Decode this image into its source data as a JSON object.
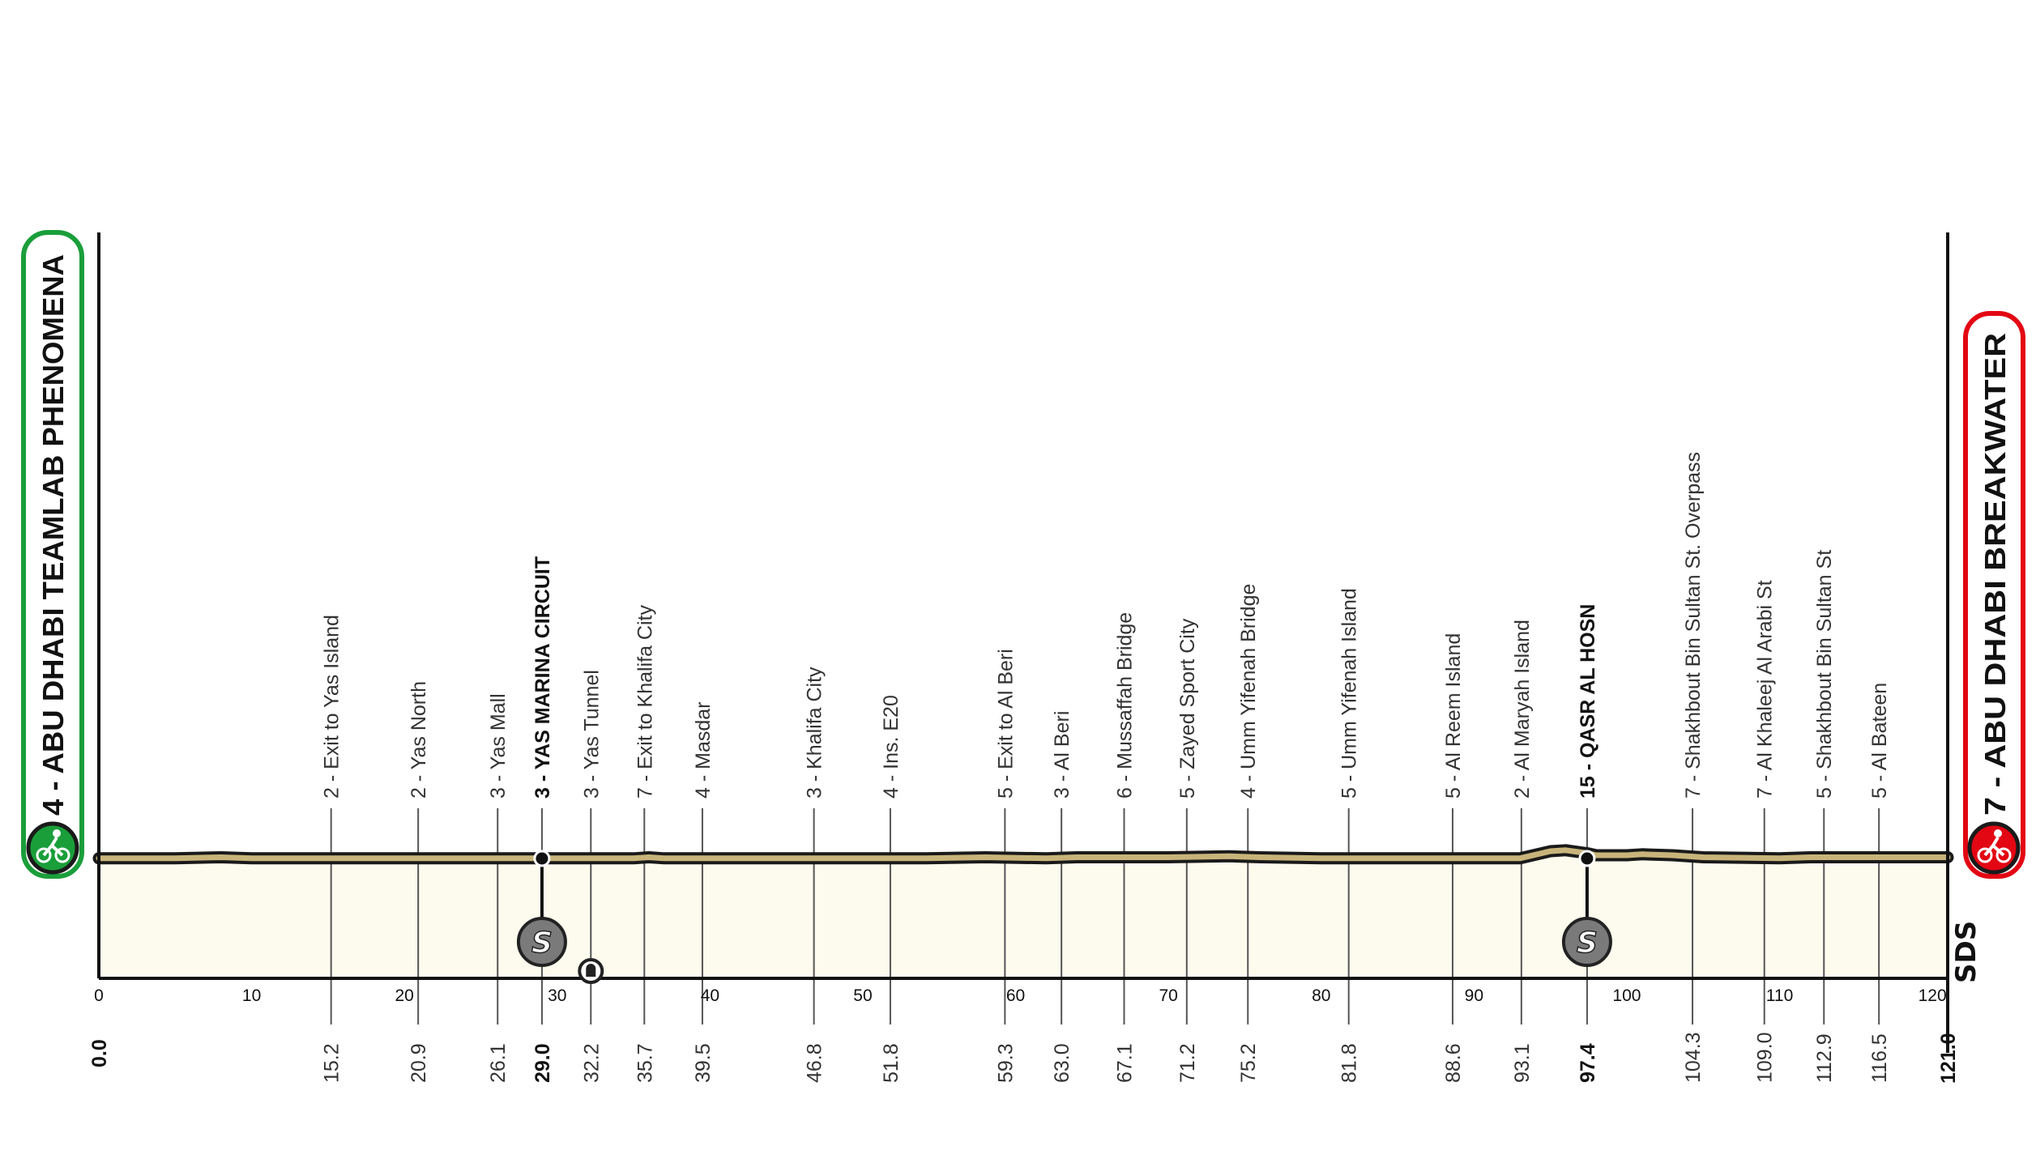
{
  "chart_data": {
    "type": "area",
    "title": "",
    "xlabel": "",
    "ylabel": "",
    "xlim": [
      0,
      121
    ],
    "x_ticks": [
      "0",
      "10",
      "20",
      "30",
      "40",
      "50",
      "60",
      "70",
      "80",
      "90",
      "100",
      "110",
      "120"
    ],
    "grid": true,
    "start": {
      "label": "4 - ABU DHABI TEAMLAB PHENOMENA",
      "km": "0.0",
      "color": "#1a9e3a"
    },
    "finish": {
      "label": "7 - ABU DHABI BREAKWATER",
      "km": "121.0",
      "color": "#e30613"
    },
    "profile_color": "#c8b47a",
    "elevation": [
      [
        0,
        5
      ],
      [
        5,
        5
      ],
      [
        8,
        6
      ],
      [
        10,
        5
      ],
      [
        20,
        5
      ],
      [
        29,
        5
      ],
      [
        35,
        5
      ],
      [
        36,
        6
      ],
      [
        37,
        5
      ],
      [
        50,
        5
      ],
      [
        54,
        5
      ],
      [
        58,
        6
      ],
      [
        62,
        5
      ],
      [
        64,
        6
      ],
      [
        70,
        6
      ],
      [
        74,
        7
      ],
      [
        76,
        6
      ],
      [
        80,
        5
      ],
      [
        90,
        5
      ],
      [
        93,
        5
      ],
      [
        95,
        12
      ],
      [
        96,
        13
      ],
      [
        97.4,
        10
      ],
      [
        98,
        8
      ],
      [
        100,
        8
      ],
      [
        101,
        9
      ],
      [
        103,
        8
      ],
      [
        105,
        6
      ],
      [
        110,
        5
      ],
      [
        112,
        6
      ],
      [
        115,
        6
      ],
      [
        118,
        6
      ],
      [
        121,
        6
      ]
    ],
    "waypoints": [
      {
        "km": "15.2",
        "label": "2 - Exit to Yas Island"
      },
      {
        "km": "20.9",
        "label": "2 - Yas North"
      },
      {
        "km": "26.1",
        "label": "3 - Yas Mall"
      },
      {
        "km": "29.0",
        "label": "3 - YAS MARINA CIRCUIT",
        "bold": true,
        "marker": "sprint"
      },
      {
        "km": "32.2",
        "label": "3 - Yas Tunnel",
        "marker": "tunnel"
      },
      {
        "km": "35.7",
        "label": "7 - Exit to Khalifa City"
      },
      {
        "km": "39.5",
        "label": "4 - Masdar"
      },
      {
        "km": "46.8",
        "label": "3 - Khalifa City"
      },
      {
        "km": "51.8",
        "label": "4 - Ins. E20"
      },
      {
        "km": "59.3",
        "label": "5 - Exit to Al Beri"
      },
      {
        "km": "63.0",
        "label": "3 - Al Beri"
      },
      {
        "km": "67.1",
        "label": "6 - Mussaffah Bridge"
      },
      {
        "km": "71.2",
        "label": "5 - Zayed Sport City"
      },
      {
        "km": "75.2",
        "label": "4 - Umm Yifenah Bridge"
      },
      {
        "km": "81.8",
        "label": "5 - Umm Yifenah Island"
      },
      {
        "km": "88.6",
        "label": "5 - Al Reem Island"
      },
      {
        "km": "93.1",
        "label": "2 - Al Maryah Island"
      },
      {
        "km": "97.4",
        "label": "15 - QASR AL HOSN",
        "bold": true,
        "marker": "sprint"
      },
      {
        "km": "104.3",
        "label": "7 - Shakhbout Bin Sultan St. Overpass"
      },
      {
        "km": "109.0",
        "label": "7 - Al Khaleej Al Arabi St"
      },
      {
        "km": "112.9",
        "label": "5 - Shakhbout Bin Sultan St"
      },
      {
        "km": "116.5",
        "label": "5 - Al Bateen"
      }
    ],
    "sprint_symbol": "S",
    "logo": "SDS"
  }
}
